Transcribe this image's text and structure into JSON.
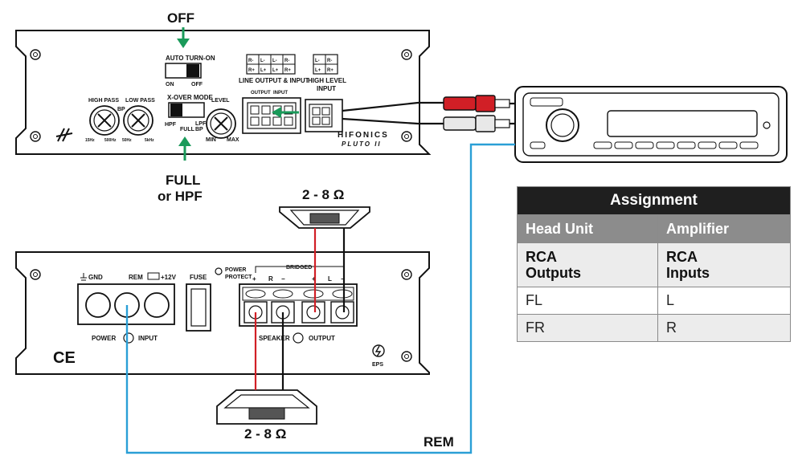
{
  "callouts": {
    "off": "OFF",
    "full_line1": "FULL",
    "full_line2": "or HPF",
    "speaker_top": "2 - 8 Ω",
    "speaker_bottom": "2 - 8 Ω",
    "rem": "REM"
  },
  "amp_top": {
    "auto_turn_on": "AUTO TURN-ON",
    "on": "ON",
    "off": "OFF",
    "xover_mode": "X-OVER MODE",
    "hpf": "HPF",
    "full": "FULL",
    "lpf_bp1": "LPF",
    "lpf_bp2": "BP",
    "high_pass": "HIGH PASS",
    "low_pass": "LOW PASS",
    "bp": "BP",
    "hp_min": "15Hz",
    "hp_max": "500Hz",
    "lp_min": "50Hz",
    "lp_max": "5kHz",
    "level": "LEVEL",
    "level_min": "MIN",
    "level_max": "MAX",
    "line_output_input": "LINE OUTPUT & INPUT",
    "output": "OUTPUT",
    "input": "INPUT",
    "high_level": "HIGH LEVEL",
    "high_level_input": "INPUT",
    "brand": "HIFONICS",
    "model": "PLUTO II",
    "pins_line": [
      "R-",
      "L-",
      "L-",
      "R-",
      "R+",
      "L+",
      "L+",
      "R+"
    ],
    "pins_high": [
      "L-",
      "R-",
      "L+",
      "R+"
    ]
  },
  "amp_bottom": {
    "gnd": "GND",
    "rem": "REM",
    "plus12v": "+12V",
    "fuse": "FUSE",
    "power_protect_1": "POWER",
    "power_protect_2": "PROTECT",
    "bridged": "BRIDGED",
    "plus_left": "+",
    "r": "R",
    "minus_1": "−",
    "plus_right": "+",
    "l": "L",
    "minus_2": "−",
    "power": "POWER",
    "power_input": "INPUT",
    "speaker": "SPEAKER",
    "speaker_output": "OUTPUT",
    "ce": "CE",
    "eps": "EPS"
  },
  "assignment_table": {
    "title": "Assignment",
    "col_head_unit": "Head Unit",
    "col_amplifier": "Amplifier",
    "sub_head_unit_1": "RCA",
    "sub_head_unit_2": "Outputs",
    "sub_amplifier_1": "RCA",
    "sub_amplifier_2": "Inputs",
    "rows": [
      {
        "head_unit": "FL",
        "amplifier": "L"
      },
      {
        "head_unit": "FR",
        "amplifier": "R"
      }
    ]
  },
  "colors": {
    "green_arrow": "#1a9a5a",
    "rem_wire": "#2a9fd6",
    "red_wire": "#d11f26",
    "black_wire": "#111111",
    "rca_red": "#d11f26",
    "rca_white": "#e8e8e8"
  }
}
